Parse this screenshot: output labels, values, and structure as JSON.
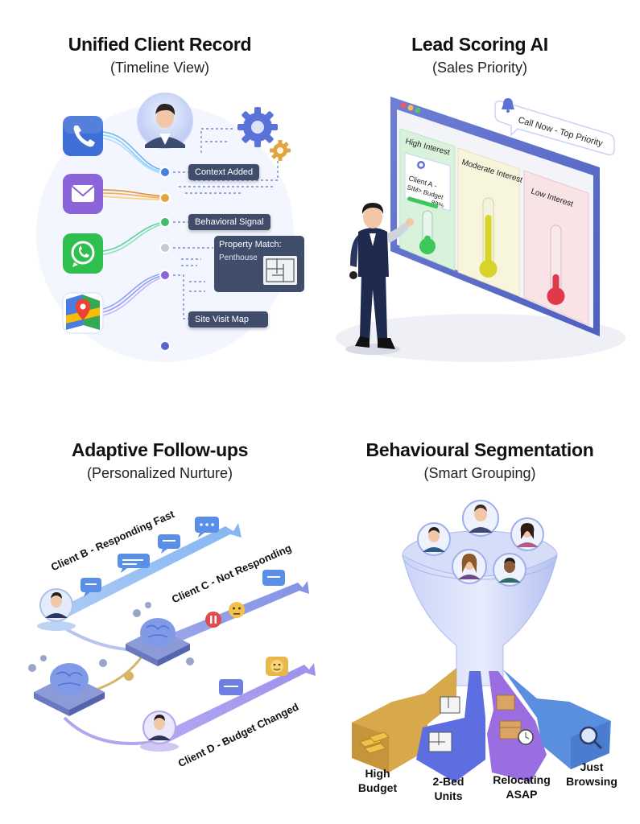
{
  "panels": {
    "client_record": {
      "title": "Unified Client Record",
      "subtitle": "(Timeline View)",
      "tags": {
        "context": "Context Added",
        "behavioral": "Behavioral Signal",
        "property_title": "Property Match:",
        "property_value": "Penthouse",
        "site_visit": "Site Visit Map"
      },
      "channels": [
        "phone-icon",
        "mail-icon",
        "whatsapp-icon",
        "maps-icon"
      ],
      "colors": {
        "phone": "#3d6fd6",
        "mail": "#8a64d8",
        "whatsapp": "#2fbf4f",
        "maps": "#4a7de0",
        "timeline": "#5a6fd0"
      }
    },
    "lead_scoring": {
      "title": "Lead Scoring AI",
      "subtitle": "(Sales Priority)",
      "notification": "Call Now - Top Priority",
      "columns": [
        {
          "label": "High Interest",
          "color": "#3cc85a",
          "level": 0.35
        },
        {
          "label": "Moderate Interest",
          "color": "#d8d42a",
          "level": 0.75
        },
        {
          "label": "Low Interest",
          "color": "#e03a4a",
          "level": 0.3
        }
      ],
      "card": {
        "line1": "Client A -",
        "line2": "SIM> Budget",
        "score": "89%",
        "score_level": 0.89
      }
    },
    "follow_ups": {
      "title": "Adaptive Follow-ups",
      "subtitle": "(Personalized Nurture)",
      "tracks": {
        "b": "Client B - Responding Fast",
        "c": "Client C - Not Responding",
        "d": "Client D - Budget Changed"
      }
    },
    "segmentation": {
      "title": "Behavioural Segmentation",
      "subtitle": "(Smart Grouping)",
      "segments": [
        {
          "line1": "High",
          "line2": "Budget",
          "color": "#d7a94a"
        },
        {
          "line1": "2-Bed",
          "line2": "Units",
          "color": "#5d6fe0"
        },
        {
          "line1": "Relocating",
          "line2": "ASAP",
          "color": "#9a6ee0"
        },
        {
          "line1": "Just",
          "line2": "Browsing",
          "color": "#5a8fe0"
        }
      ]
    }
  }
}
